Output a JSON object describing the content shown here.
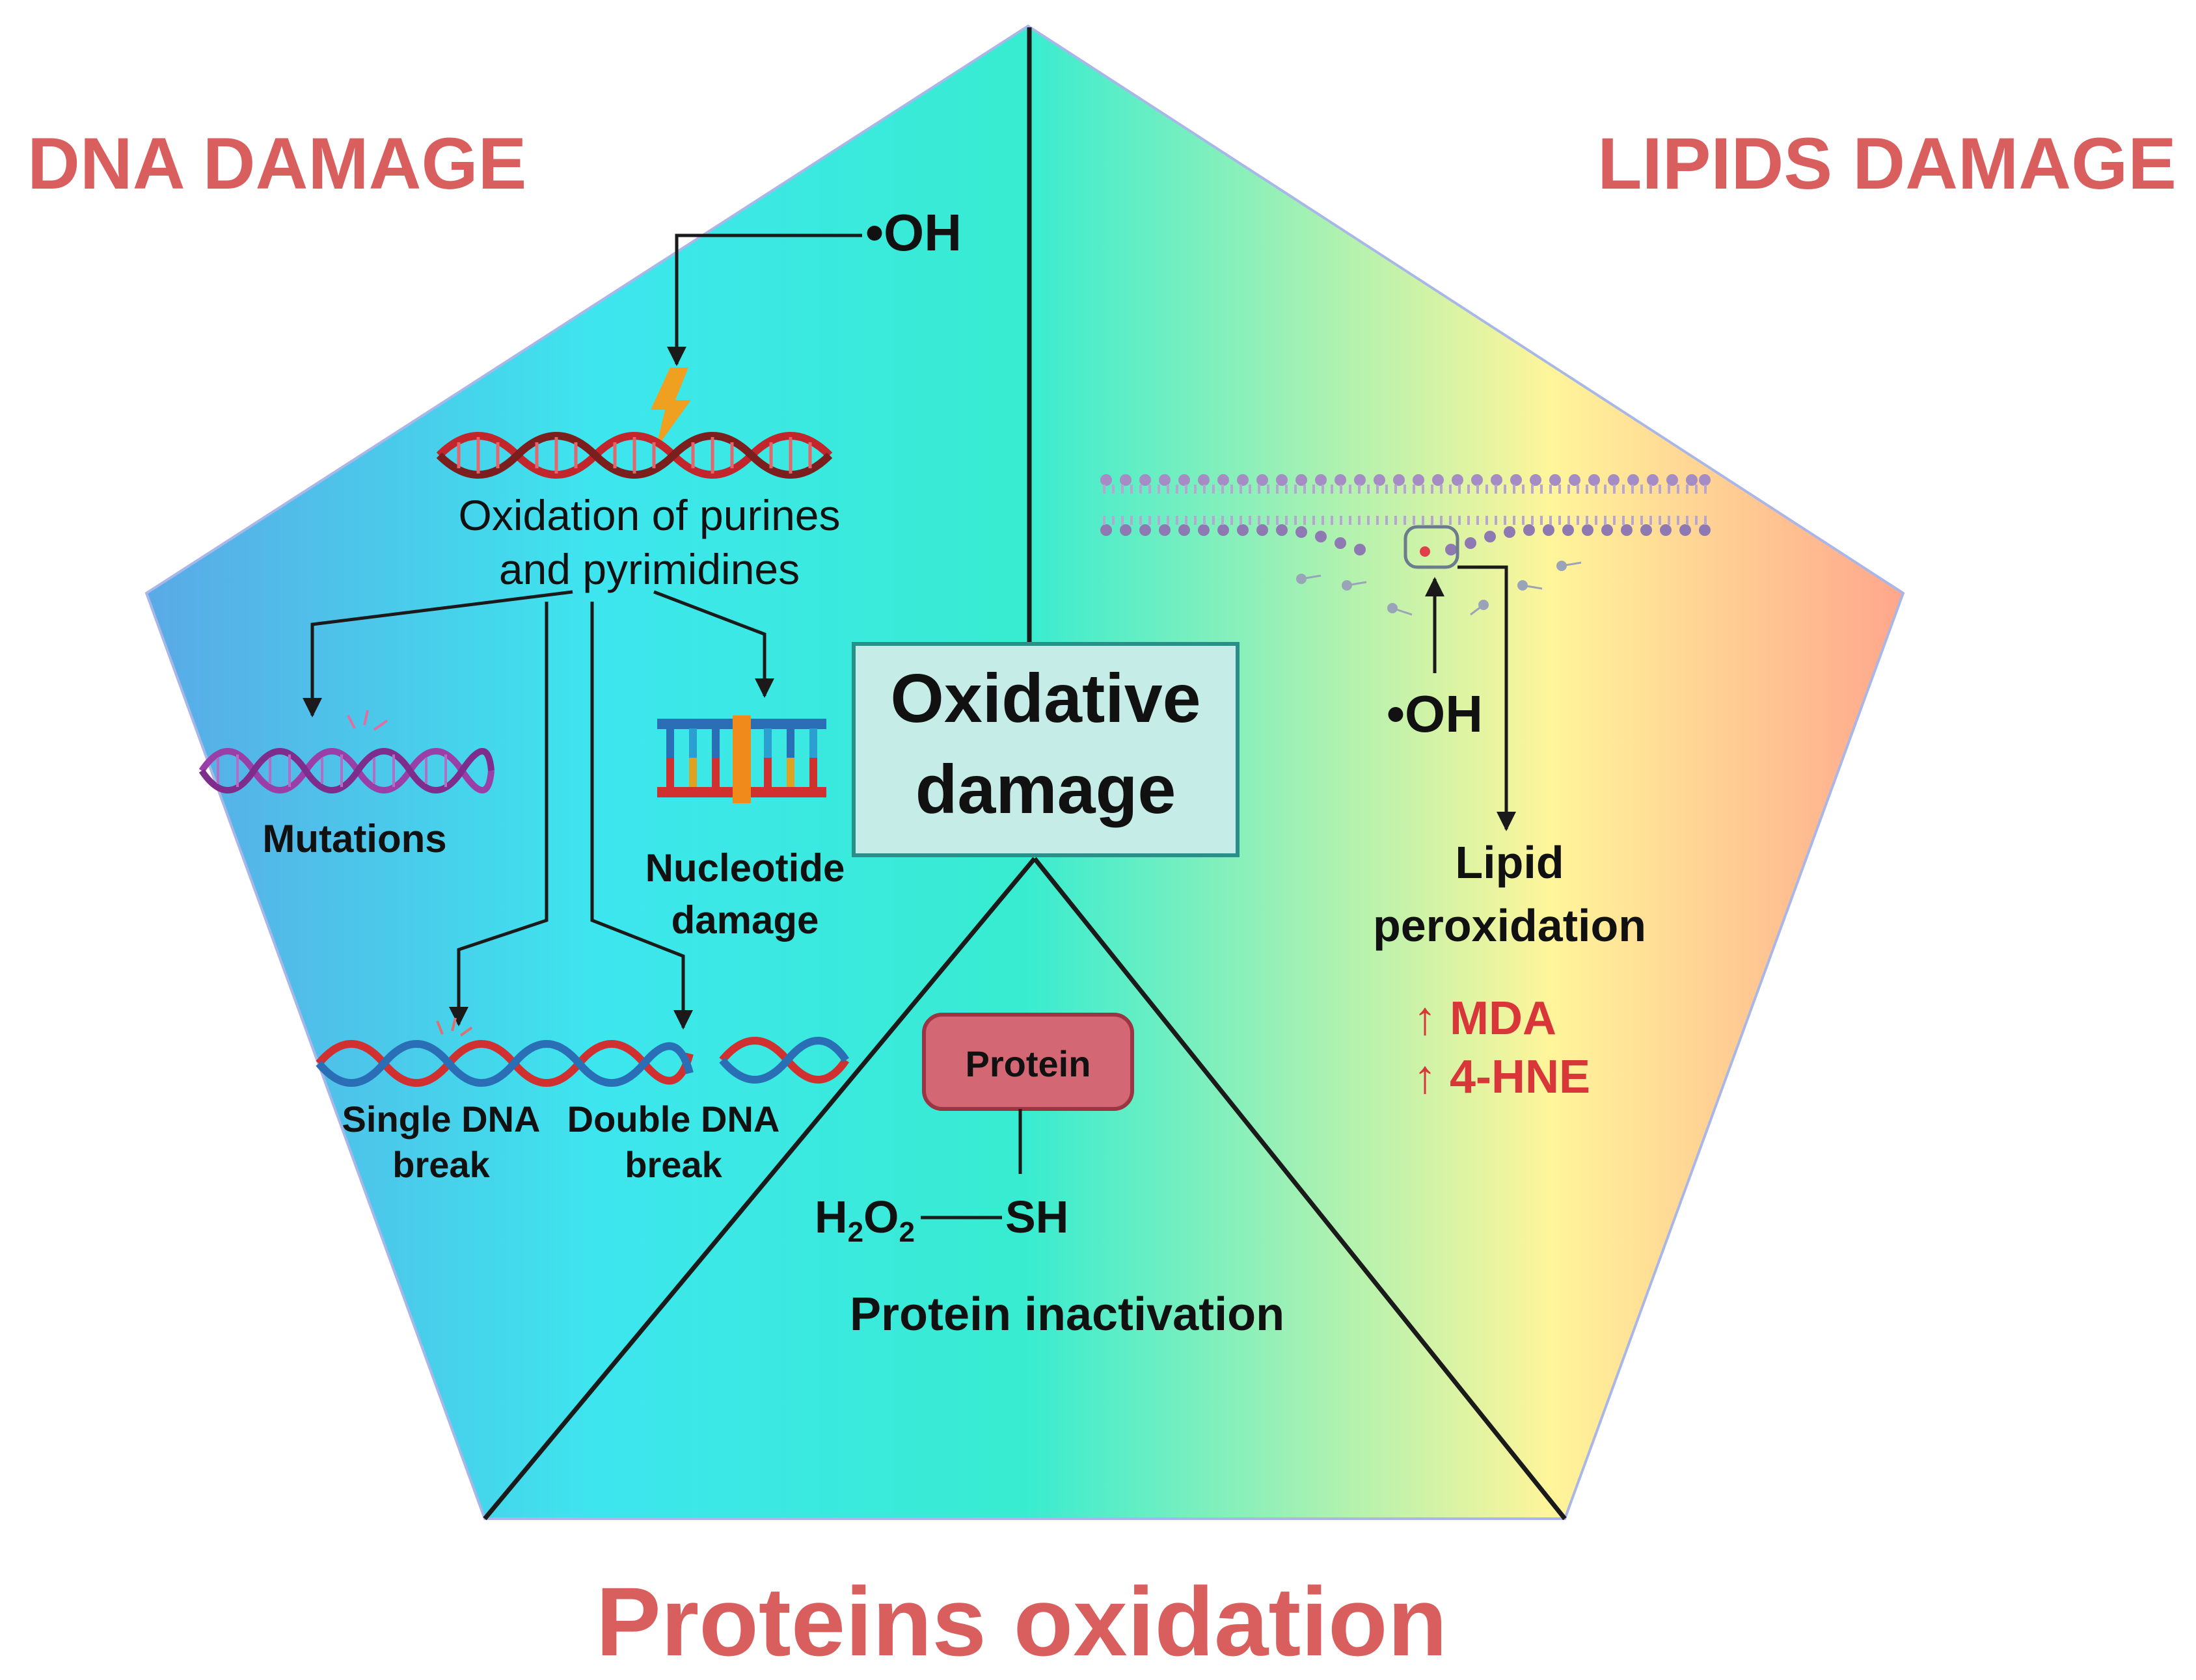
{
  "titles": {
    "dna": "DNA DAMAGE",
    "lipids": "LIPIDS DAMAGE",
    "proteins": "Proteins oxidation"
  },
  "center": {
    "line1": "Oxidative",
    "line2": "damage"
  },
  "dna": {
    "radical": "•OH",
    "oxidation_line1": "Oxidation of purines",
    "oxidation_line2": "and pyrimidines",
    "mutations": "Mutations",
    "nucleotide_line1": "Nucleotide",
    "nucleotide_line2": "damage",
    "single_line1": "Single DNA",
    "single_line2": "break",
    "double_line1": "Double DNA",
    "double_line2": "break"
  },
  "lipids": {
    "radical": "•OH",
    "peroxidation_line1": "Lipid",
    "peroxidation_line2": "peroxidation",
    "marker1": "↑ MDA",
    "marker2": "↑ 4-HNE"
  },
  "protein": {
    "box_label": "Protein",
    "h": "H",
    "sub2a": "2",
    "o": "O",
    "sub2b": "2",
    "sh": "SH",
    "inactivation": "Protein inactivation"
  },
  "colors": {
    "title_red": "#d95f5f",
    "marker_red": "#d9363a",
    "gradient": [
      "#5aa9e6",
      "#3de6ee",
      "#38ecd0",
      "#fff59a",
      "#ffa68c"
    ],
    "center_box_fill": "#c6ece8",
    "protein_box_fill": "#d36874"
  },
  "icons": [
    "lightning-icon",
    "dna-helix-icon",
    "mutated-dna-icon",
    "nucleotide-ladder-icon",
    "dna-break-icon",
    "lipid-membrane-icon"
  ]
}
